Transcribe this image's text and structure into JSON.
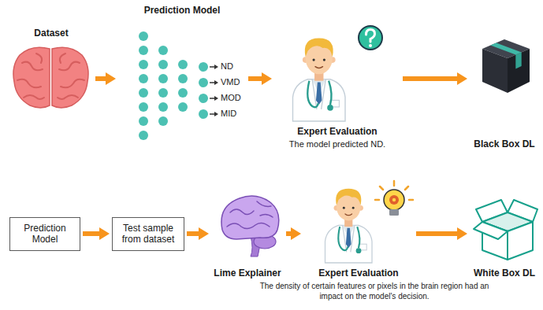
{
  "diagram": {
    "nodes": [
      {
        "text": [
          "Dataset"
        ]
      },
      {
        "text": [
          "Prediction Model"
        ]
      },
      {
        "text": [
          "Expert Evaluation",
          "The model predicted ND."
        ]
      },
      {
        "text": [
          "Black Box DL"
        ]
      },
      {
        "text": [
          "Prediction Model"
        ]
      },
      {
        "text": [
          "Test sample from dataset"
        ]
      },
      {
        "text": [
          "Lime Explainer"
        ]
      },
      {
        "text": [
          "Expert Evaluation"
        ]
      },
      {
        "text": [
          "White Box DL"
        ]
      }
    ],
    "edges": [
      {
        "from": 0,
        "to": 1,
        "arrow": "to"
      },
      {
        "from": 1,
        "to": 2,
        "arrow": "to"
      },
      {
        "from": 2,
        "to": 3,
        "arrow": "to"
      },
      {
        "from": 4,
        "to": 5,
        "arrow": "to"
      },
      {
        "from": 5,
        "to": 6,
        "arrow": "to"
      },
      {
        "from": 6,
        "to": 7,
        "arrow": "to"
      },
      {
        "from": 7,
        "to": 8,
        "arrow": "to"
      }
    ],
    "labels": [
      "ND",
      "VMD",
      "MOD",
      "MID",
      "The density of certain features or pixels in the brain region had an impact on the model's decision."
    ]
  }
}
